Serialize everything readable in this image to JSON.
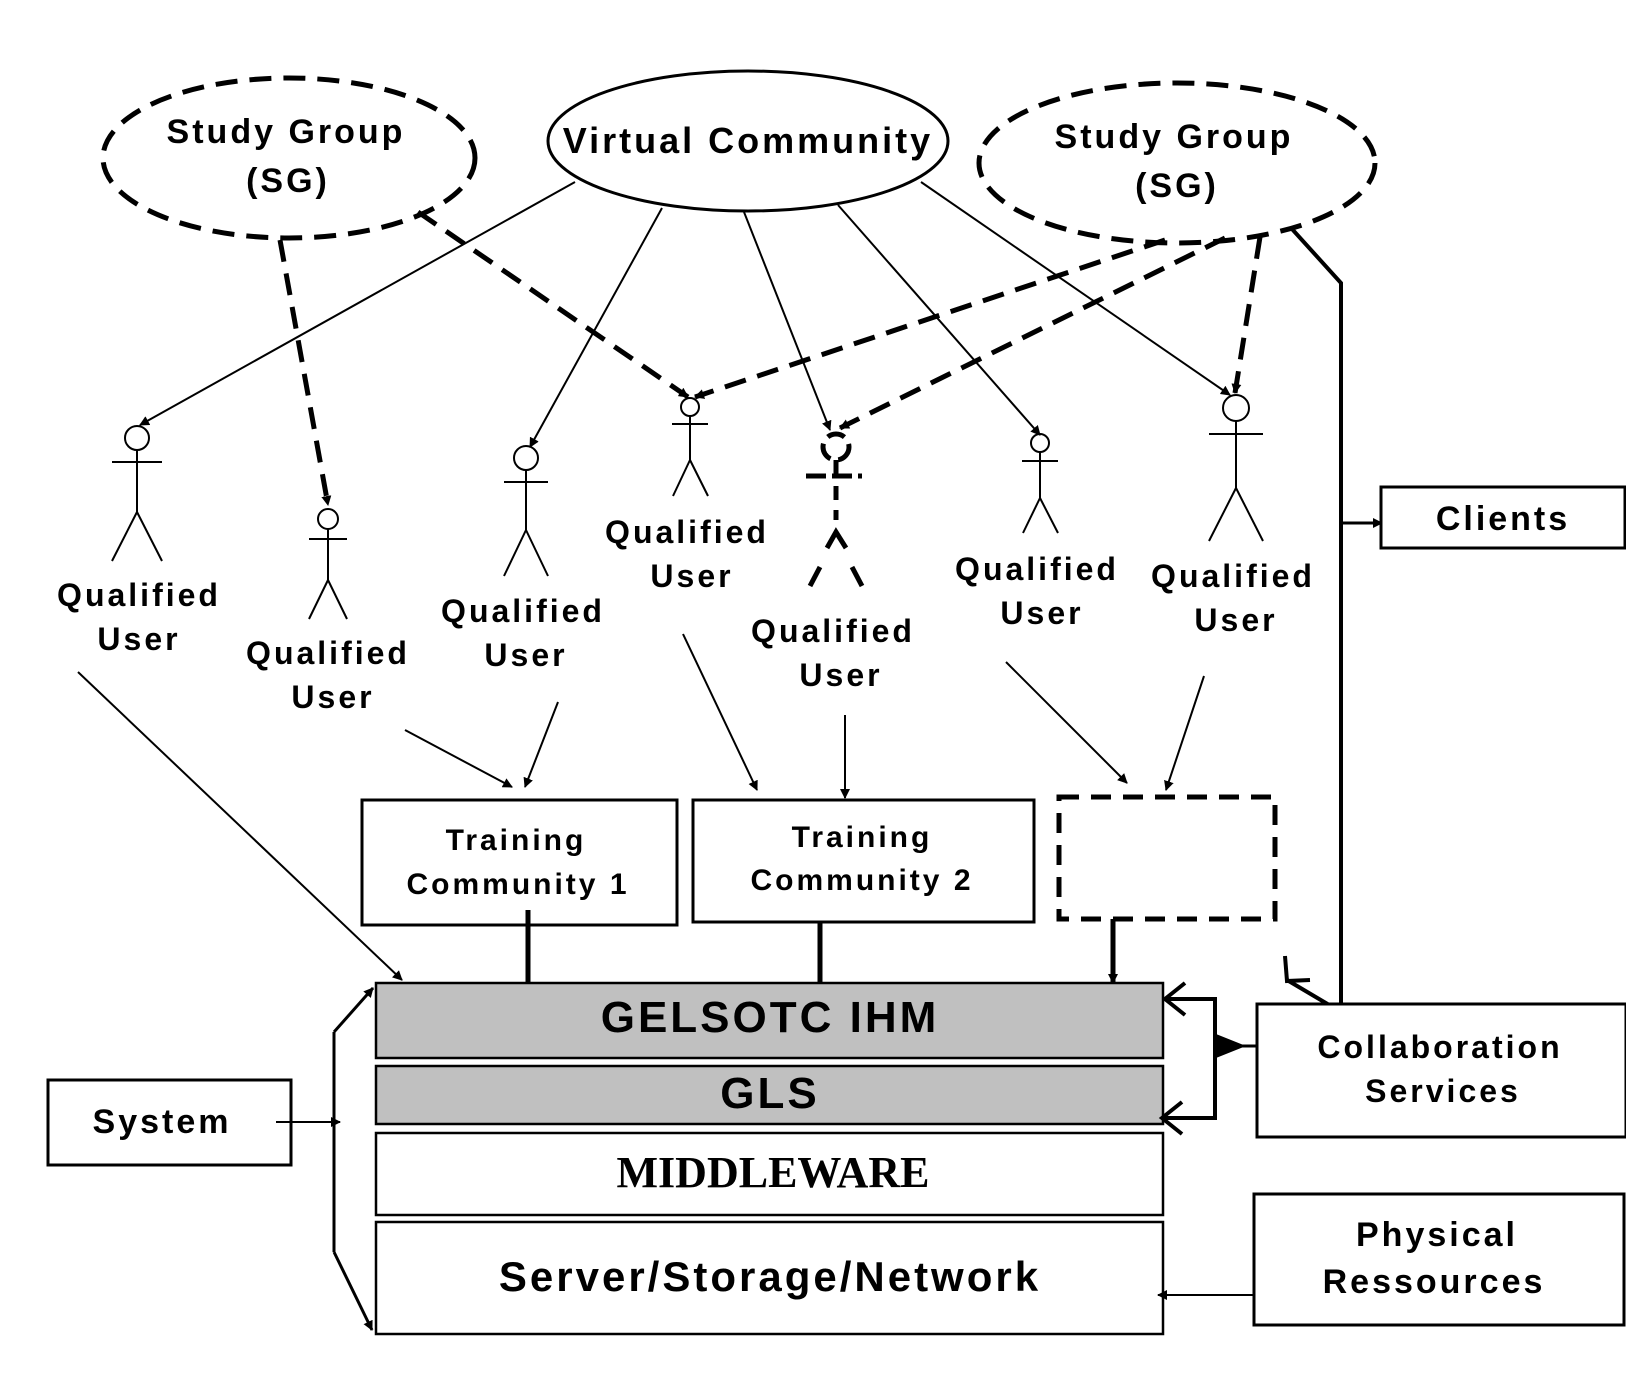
{
  "diagram": {
    "top_nodes": {
      "virtual_community": "Virtual Community",
      "study_group_left": [
        "Study Group",
        "(SG)"
      ],
      "study_group_right": [
        "Study Group",
        "(SG)"
      ]
    },
    "actors": [
      {
        "label": [
          "Qualified",
          "User"
        ],
        "style": "solid"
      },
      {
        "label": [
          "Qualified",
          "User"
        ],
        "style": "solid"
      },
      {
        "label": [
          "Qualified",
          "User"
        ],
        "style": "solid"
      },
      {
        "label": [
          "Qualified",
          "User"
        ],
        "style": "solid"
      },
      {
        "label": [
          "Qualified",
          "User"
        ],
        "style": "dashed"
      },
      {
        "label": [
          "Qualified",
          "User"
        ],
        "style": "solid"
      },
      {
        "label": [
          "Qualified",
          "User"
        ],
        "style": "solid"
      }
    ],
    "communities": {
      "training_1": [
        "Training",
        "Community 1"
      ],
      "training_2": [
        "Training",
        "Community 2"
      ],
      "placeholder": ""
    },
    "layers": {
      "gelsotc": "GELSOTC IHM",
      "gls": "GLS",
      "middleware": "MIDDLEWARE",
      "infrastructure": "Server/Storage/Network"
    },
    "side_boxes": {
      "clients": "Clients",
      "system": "System",
      "collaboration": [
        "Collaboration",
        "Services"
      ],
      "physical": [
        "Physical",
        "Ressources"
      ]
    },
    "colors": {
      "layer_fill": "#c0c0c0",
      "line": "#000000",
      "background": "#ffffff"
    }
  }
}
